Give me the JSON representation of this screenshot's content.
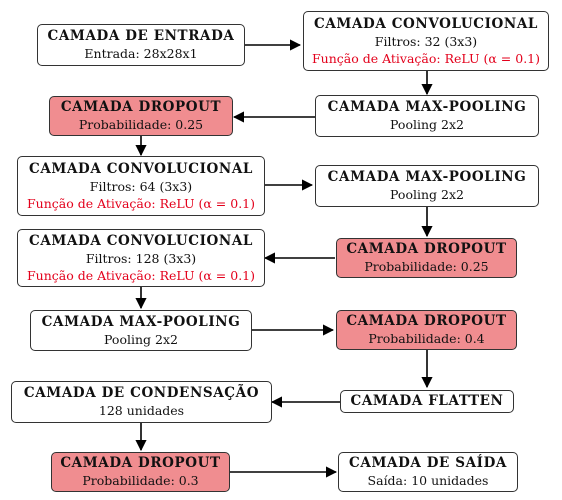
{
  "nodes": {
    "entrada": {
      "title": "CAMADA DE ENTRADA",
      "lines": [
        "Entrada: 28x28x1"
      ]
    },
    "conv1": {
      "title": "CAMADA CONVOLUCIONAL",
      "lines": [
        "Filtros: 32 (3x3)"
      ],
      "activation": "Função de Ativação: ReLU (α = 0.1)"
    },
    "pool1": {
      "title": "CAMADA MAX-POOLING",
      "lines": [
        "Pooling 2x2"
      ]
    },
    "drop1": {
      "title": "CAMADA DROPOUT",
      "lines": [
        "Probabilidade: 0.25"
      ]
    },
    "conv2": {
      "title": "CAMADA CONVOLUCIONAL",
      "lines": [
        "Filtros: 64 (3x3)"
      ],
      "activation": "Função de Ativação: ReLU (α = 0.1)"
    },
    "pool2": {
      "title": "CAMADA MAX-POOLING",
      "lines": [
        "Pooling 2x2"
      ]
    },
    "drop2": {
      "title": "CAMADA DROPOUT",
      "lines": [
        "Probabilidade: 0.25"
      ]
    },
    "conv3": {
      "title": "CAMADA CONVOLUCIONAL",
      "lines": [
        "Filtros: 128 (3x3)"
      ],
      "activation": "Função de Ativação: ReLU (α = 0.1)"
    },
    "pool3": {
      "title": "CAMADA MAX-POOLING",
      "lines": [
        "Pooling 2x2"
      ]
    },
    "drop3": {
      "title": "CAMADA DROPOUT",
      "lines": [
        "Probabilidade: 0.4"
      ]
    },
    "flatten": {
      "title": "CAMADA FLATTEN"
    },
    "dense": {
      "title": "CAMADA DE CONDENSAÇÃO",
      "lines": [
        "128 unidades"
      ]
    },
    "drop4": {
      "title": "CAMADA DROPOUT",
      "lines": [
        "Probabilidade: 0.3"
      ]
    },
    "saida": {
      "title": "CAMADA DE SAÍDA",
      "lines": [
        "Saída: 10 unidades"
      ]
    }
  },
  "colors": {
    "dropout_fill": "#f08d90",
    "activation_text": "#e3001b",
    "border": "#333333"
  }
}
